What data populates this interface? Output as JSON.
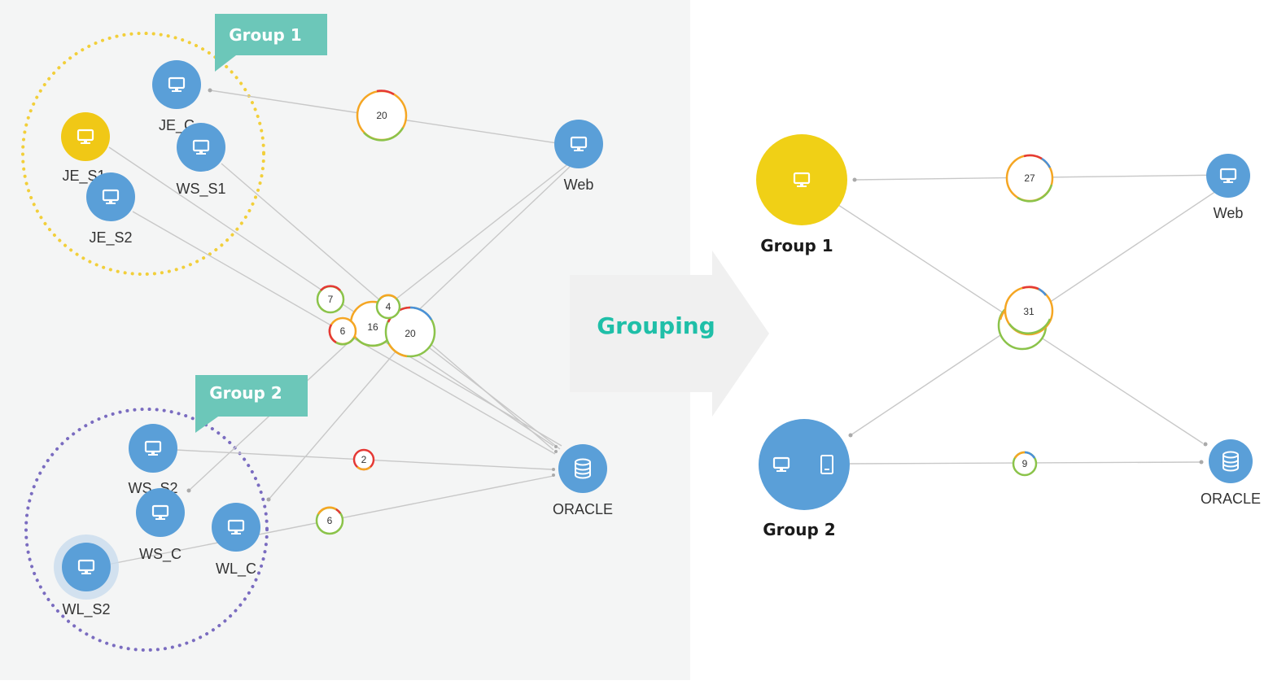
{
  "left_diagram": {
    "group_badges": [
      {
        "id": "group1",
        "label": "Group 1",
        "color": "#6cc7b9"
      },
      {
        "id": "group2",
        "label": "Group 2",
        "color": "#6cc7b9"
      }
    ],
    "nodes": [
      {
        "id": "JE_C",
        "label": "JE_C",
        "color": "#5a9fd8",
        "icon": "monitor-icon"
      },
      {
        "id": "JE_S1",
        "label": "JE_S1",
        "color": "#f0c816",
        "icon": "monitor-icon"
      },
      {
        "id": "WS_S1",
        "label": "WS_S1",
        "color": "#5a9fd8",
        "icon": "monitor-icon"
      },
      {
        "id": "JE_S2",
        "label": "JE_S2",
        "color": "#5a9fd8",
        "icon": "monitor-icon"
      },
      {
        "id": "Web",
        "label": "Web",
        "color": "#5a9fd8",
        "icon": "monitor-icon"
      },
      {
        "id": "WS_S2",
        "label": "WS_S2",
        "color": "#5a9fd8",
        "icon": "monitor-icon"
      },
      {
        "id": "WS_C",
        "label": "WS_C",
        "color": "#5a9fd8",
        "icon": "monitor-icon"
      },
      {
        "id": "WL_C",
        "label": "WL_C",
        "color": "#5a9fd8",
        "icon": "monitor-icon"
      },
      {
        "id": "WL_S2",
        "label": "WL_S2",
        "color": "#5a9fd8",
        "icon": "monitor-icon"
      },
      {
        "id": "ORACLE",
        "label": "ORACLE",
        "color": "#5a9fd8",
        "icon": "database-icon"
      }
    ],
    "counters": [
      "20",
      "7",
      "6",
      "16",
      "4",
      "20",
      "2",
      "6"
    ]
  },
  "arrow": {
    "label": "Grouping"
  },
  "right_diagram": {
    "nodes": [
      {
        "id": "group1",
        "label": "Group 1",
        "color": "#f0d016",
        "icon": "monitor-icon"
      },
      {
        "id": "group2",
        "label": "Group 2",
        "color": "#5a9fd8",
        "icon": "monitor-server-icon"
      },
      {
        "id": "Web",
        "label": "Web",
        "color": "#5a9fd8",
        "icon": "monitor-icon"
      },
      {
        "id": "ORACLE",
        "label": "ORACLE",
        "color": "#5a9fd8",
        "icon": "database-icon"
      }
    ],
    "counters": [
      "27",
      "31",
      "9"
    ]
  },
  "colors": {
    "edge": "#c8c8c8",
    "group1_ring": "#f2cf3a",
    "group2_ring": "#7a6cc0",
    "arrow": "#efefef",
    "counter_ring": [
      "#f5a623",
      "#8bc34a",
      "#e53935",
      "#4a90d9"
    ]
  }
}
